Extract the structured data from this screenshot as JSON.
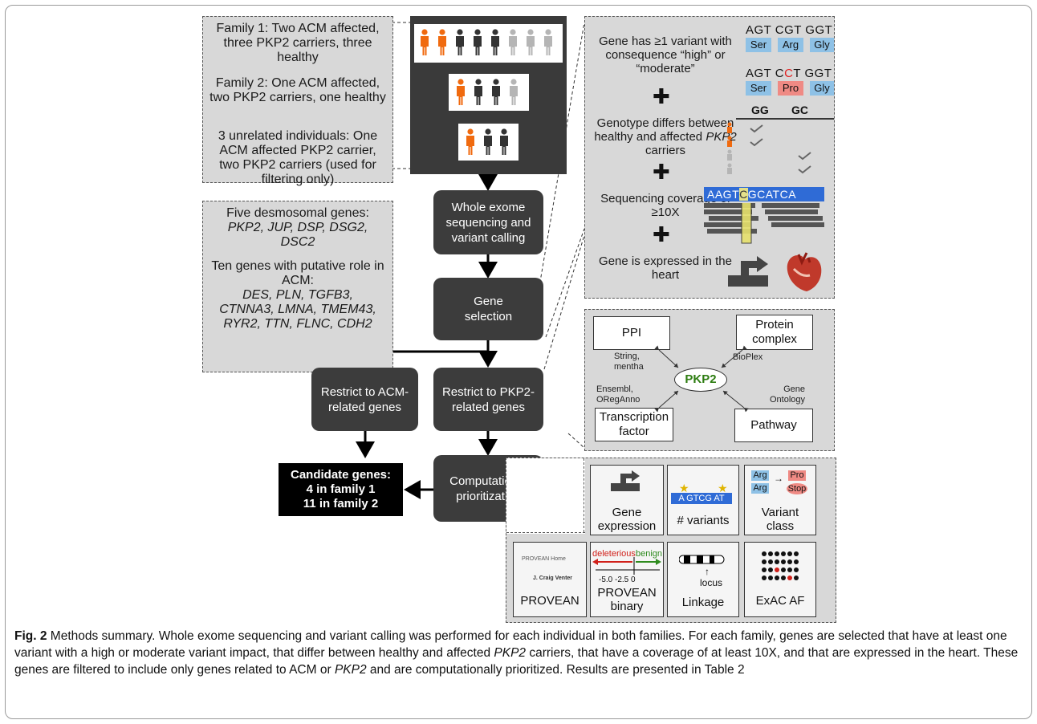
{
  "families": {
    "f1": "Family 1: Two ACM affected, three PKP2 carriers, three healthy",
    "f2": "Family 2: One ACM affected, two PKP2 carriers, one healthy",
    "f3": "3 unrelated individuals: One ACM affected PKP2 carrier, two PKP2 carriers (used for filtering only)"
  },
  "genes": {
    "desmo_title": "Five desmosomal genes:",
    "desmo_list": "PKP2, JUP, DSP, DSG2, DSC2",
    "putative_title": "Ten genes with putative role in ACM:",
    "putative_list": "DES, PLN, TGFB3, CTNNA3, LMNA, TMEM43, RYR2, TTN, FLNC, CDH2"
  },
  "flow": {
    "wes": "Whole exome sequencing and variant calling",
    "gene_sel": "Gene selection",
    "acm": "Restrict to ACM-related genes",
    "pkp2": "Restrict to PKP2-related genes",
    "comp": "Computational prioritization",
    "cand_title": "Candidate genes:",
    "cand_f1": "4 in family 1",
    "cand_f2": "11 in family 2"
  },
  "criteria": {
    "c1": "Gene has ≥1 variant with consequence “high” or “moderate”",
    "c2a": "Genotype differs between healthy and affected",
    "c2b": "PKP2",
    "c2c": "carriers",
    "c3": "Sequencing coverage of ≥10X",
    "c4": "Gene is expressed in the heart",
    "plus": "✚",
    "codon_ref": "AGT CGT GGT",
    "codon_alt_a": "AGT C",
    "codon_alt_b": "C",
    "codon_alt_c": "T GGT",
    "aa_ser": "Ser",
    "aa_arg": "Arg",
    "aa_gly": "Gly",
    "aa_pro": "Pro",
    "gt_gg": "GG",
    "gt_gc": "GC",
    "read_a": "AAGT",
    "read_b": "C",
    "read_c": "GCATCA"
  },
  "network": {
    "ppi": "PPI",
    "ppi_src": "String, mentha",
    "complex": "Protein complex",
    "complex_src": "BioPlex",
    "center": "PKP2",
    "tf": "Transcription factor",
    "tf_src": "Ensembl, ORegAnno",
    "pathway": "Pathway",
    "pathway_src": "Gene Ontology"
  },
  "prior": {
    "expr": "Gene expression",
    "variants": "# variants",
    "vclass": "Variant class",
    "provean": "PROVEAN",
    "provean_bin": "PROVEAN binary",
    "linkage": "Linkage",
    "exac": "ExAC AF",
    "seq": "A GTCG AT",
    "arg": "Arg",
    "pro": "Pro",
    "stop": "Stop",
    "provean_home": "PROVEAN Home",
    "jcv": "J. Craig Venter",
    "deleterious": "deleterious",
    "benign": "benign",
    "scale": "-5.0  -2.5  0",
    "locus": "locus"
  },
  "caption": {
    "label": "Fig. 2",
    "text1": " Methods summary. Whole exome sequencing and variant calling was performed for each individual in both families. For each family, genes are selected that have at least one variant with a high or moderate variant impact, that differ between healthy and affected ",
    "pkp2a": "PKP2",
    "text2": " carriers, that have a coverage of at least 10X, and that are expressed in the heart. These genes are filtered to include only genes related to ACM or ",
    "pkp2b": "PKP2",
    "text3": " and are computationally prioritized. Results are presented in Table 2"
  },
  "colors": {
    "affected": "#f06a0f",
    "carrier": "#333333",
    "healthy": "#b5b5b5",
    "green": "#2e7d12"
  }
}
